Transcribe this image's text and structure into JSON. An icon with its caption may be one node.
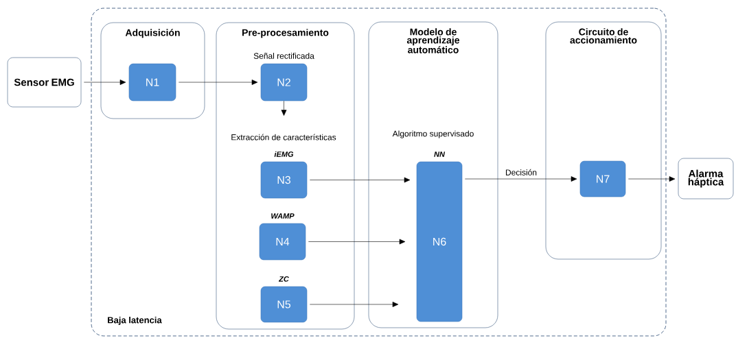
{
  "diagram": {
    "nodes": [
      {
        "text": [
          "Sensor EMG"
        ]
      },
      {
        "text": [
          "Baja latencia"
        ]
      },
      {
        "text": [
          "Adquisición"
        ],
        "in": 1
      },
      {
        "text": [
          "N1"
        ],
        "in": 2
      },
      {
        "text": [
          "Pre-procesamiento"
        ],
        "in": 1
      },
      {
        "text": [
          "Señal rectificada",
          "N2"
        ],
        "in": 4
      },
      {
        "text": [
          "iEMG",
          "N3"
        ],
        "in": 4
      },
      {
        "text": [
          "WAMP",
          "N4"
        ],
        "in": 4
      },
      {
        "text": [
          "ZC",
          "N5"
        ],
        "in": 4
      },
      {
        "text": [
          "Modelo de aprendizaje automático"
        ],
        "in": 1
      },
      {
        "text": [
          "NN",
          "N6"
        ],
        "in": 9
      },
      {
        "text": [
          "Circuito de accionamiento"
        ],
        "in": 1
      },
      {
        "text": [
          "N7"
        ],
        "in": 11
      },
      {
        "text": [
          "Alarma háptica"
        ]
      }
    ],
    "edges": [
      {
        "from": 0,
        "to": 3,
        "arrow": "to"
      },
      {
        "from": 3,
        "to": 5,
        "arrow": "to"
      },
      {
        "from": 5,
        "to": null,
        "arrow": "to"
      },
      {
        "from": 6,
        "to": 10,
        "arrow": "to"
      },
      {
        "from": 7,
        "to": 10,
        "arrow": "to"
      },
      {
        "from": 8,
        "to": 10,
        "arrow": "to"
      },
      {
        "from": 10,
        "to": 12,
        "label": "Decisión",
        "arrow": "to"
      },
      {
        "from": 12,
        "to": 13,
        "arrow": "to"
      }
    ],
    "labels": [
      "Extracción de características",
      "Algoritmo supervisado"
    ]
  }
}
